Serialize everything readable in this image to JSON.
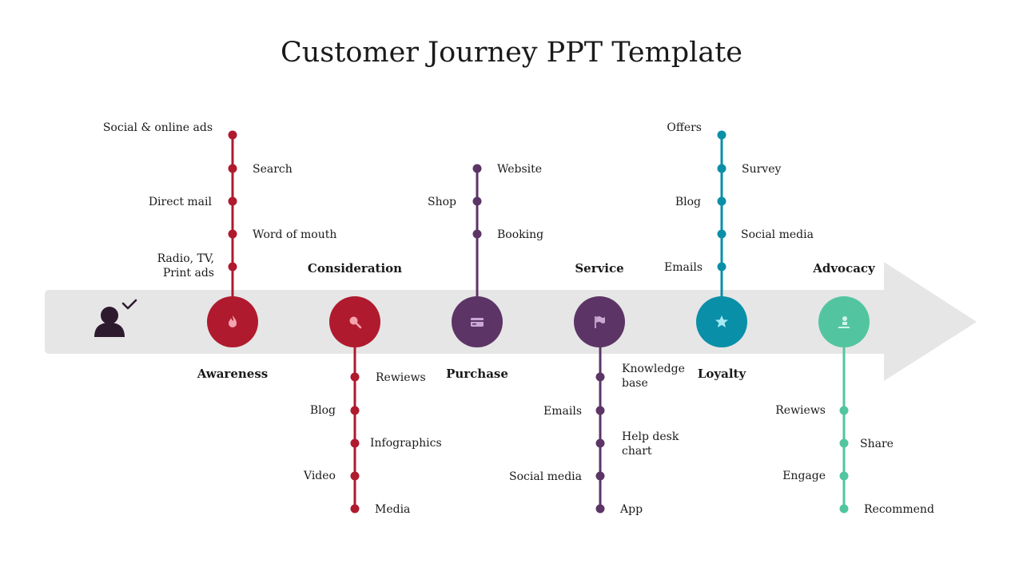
{
  "title": "Customer Journey PPT Template",
  "stages": [
    {
      "key": "awareness",
      "name": "Awareness",
      "color": "#B01A2E",
      "icon": "flame-icon",
      "items": [
        "Social & online ads",
        "Search",
        "Direct mail",
        "Word of mouth",
        "Radio, TV, Print ads"
      ]
    },
    {
      "key": "consideration",
      "name": "Consideration",
      "color": "#B01A2E",
      "icon": "magnifier-icon",
      "items": [
        "Rewiews",
        "Blog",
        "Infographics",
        "Video",
        "Media"
      ]
    },
    {
      "key": "purchase",
      "name": "Purchase",
      "color": "#5C3566",
      "icon": "credit-card-icon",
      "items": [
        "Website",
        "Shop",
        "Booking"
      ]
    },
    {
      "key": "service",
      "name": "Service",
      "color": "#5C3566",
      "icon": "flag-icon",
      "items": [
        "Knowledge base",
        "Emails",
        "Help desk chart",
        "Social media",
        "App"
      ]
    },
    {
      "key": "loyalty",
      "name": "Loyalty",
      "color": "#0A8FA8",
      "icon": "star-icon",
      "items": [
        "Offers",
        "Survey",
        "Blog",
        "Social media",
        "Emails"
      ]
    },
    {
      "key": "advocacy",
      "name": "Advocacy",
      "color": "#52C5A0",
      "icon": "person-hand-icon",
      "items": [
        "Rewiews",
        "Share",
        "Engage",
        "Recommend"
      ]
    }
  ],
  "start_icon": "user-check-icon",
  "arrow_color": "#E6E6E6",
  "user_icon_color": "#2E1A2E"
}
